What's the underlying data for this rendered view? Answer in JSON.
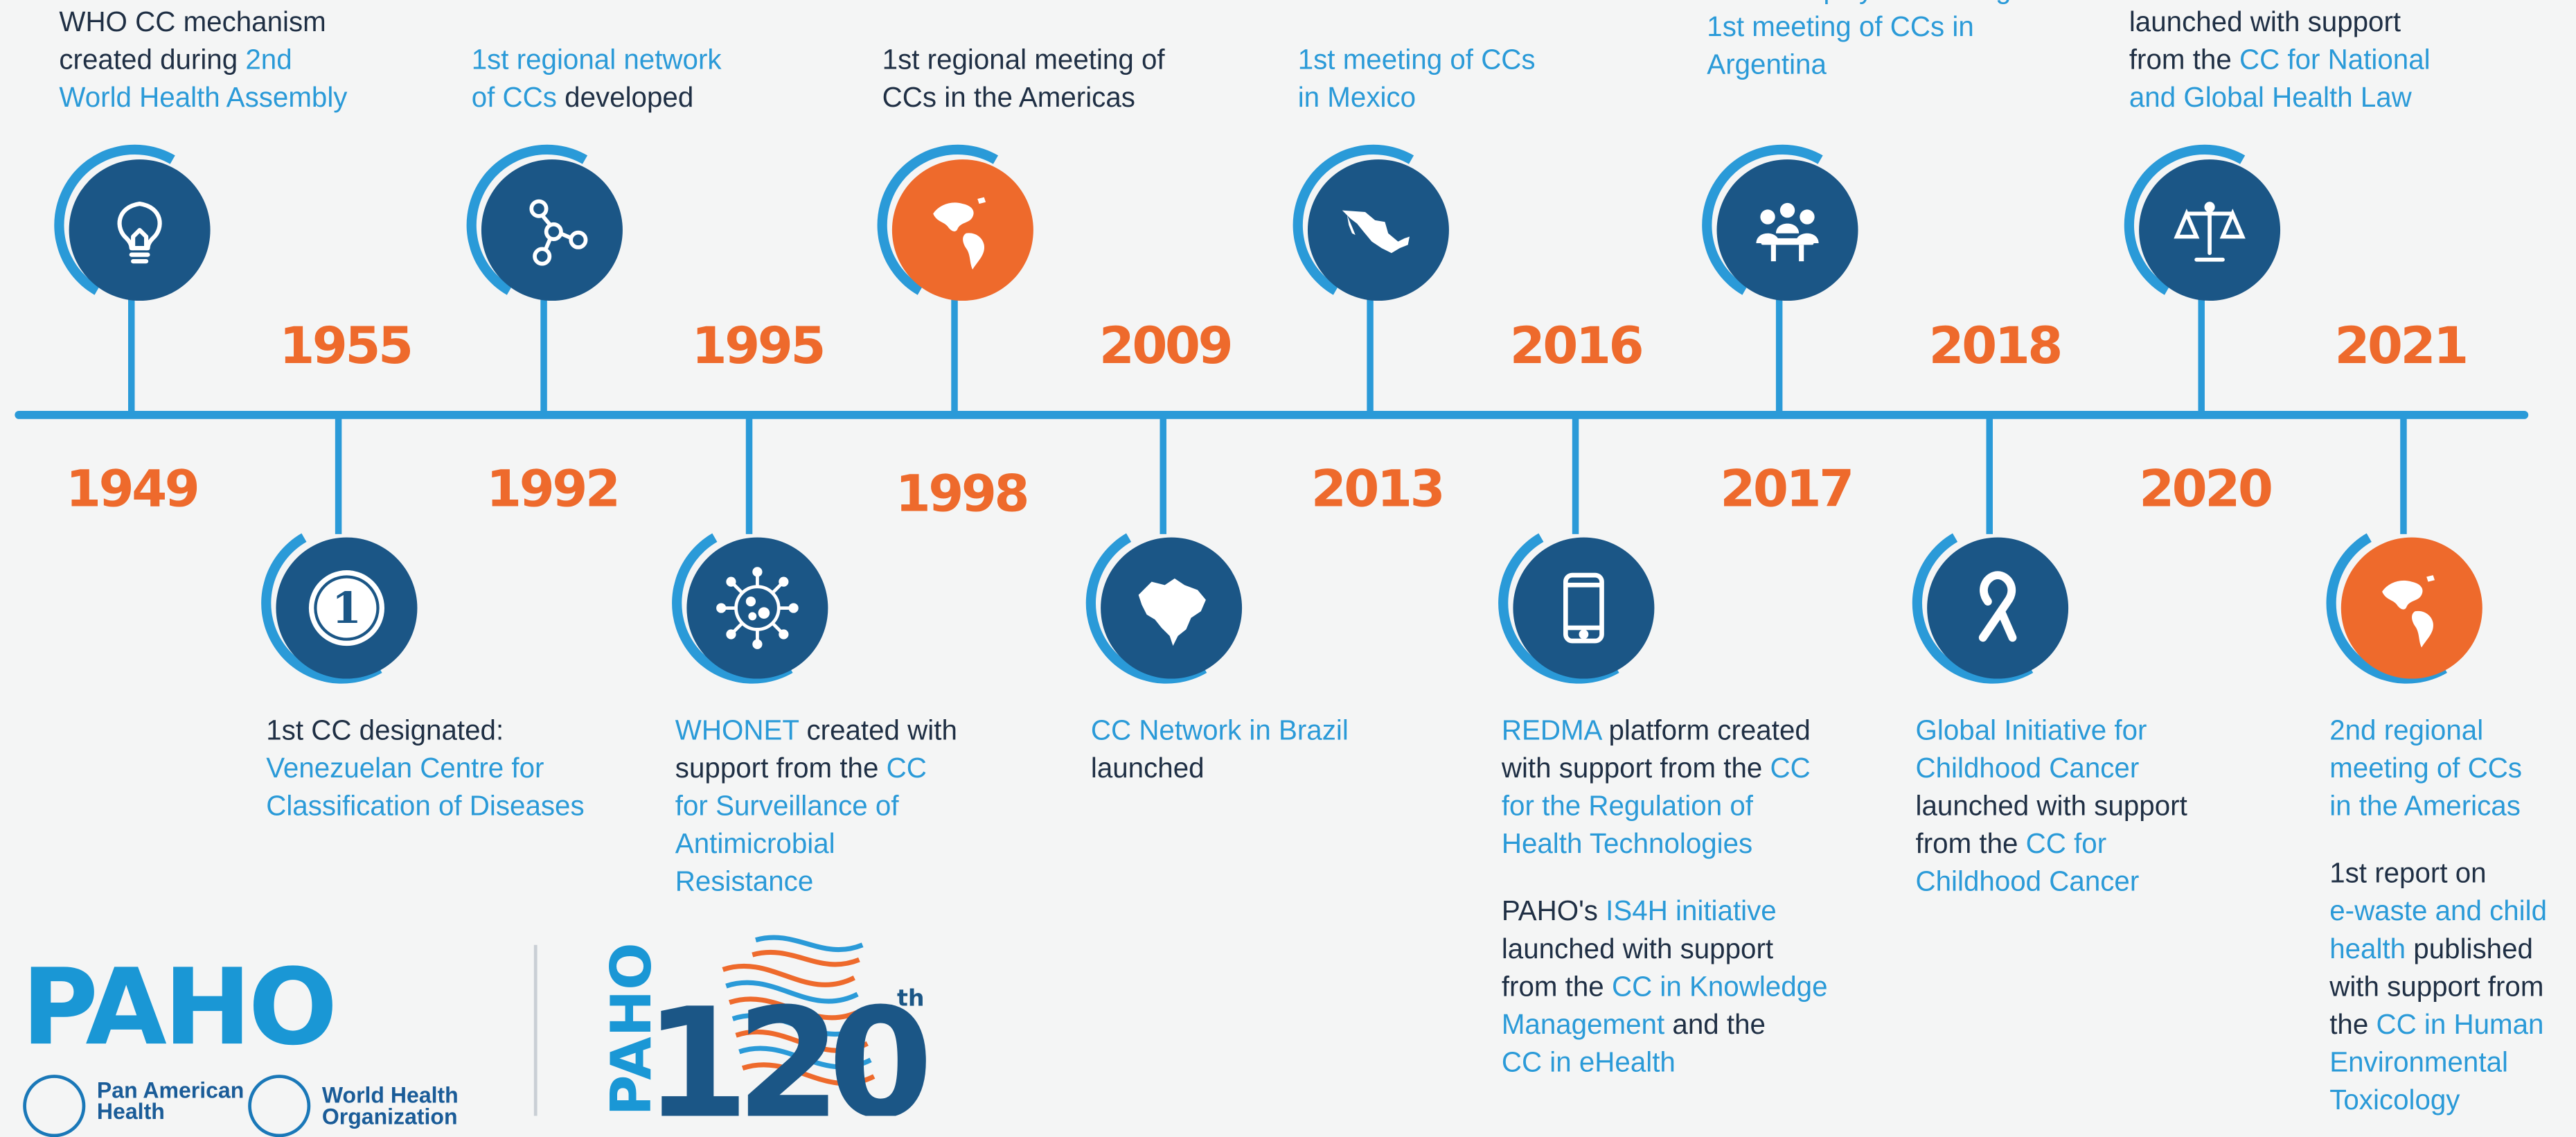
{
  "colors": {
    "accent_orange": "#ee6a2c",
    "accent_blue": "#2a9ad8",
    "navy": "#1b5686",
    "background": "#f4f5f5"
  },
  "years": [
    "1949",
    "1955",
    "1992",
    "1995",
    "1998",
    "2009",
    "2013",
    "2016",
    "2017",
    "2018",
    "2020",
    "2021"
  ],
  "events": {
    "e1949": {
      "icon": "lightbulb-icon",
      "l1": "WHO CC mechanism",
      "l2a": "created during ",
      "l2b": "2nd",
      "l3": "World Health Assembly"
    },
    "e1955": {
      "icon": "number-one-coin-icon",
      "l1": "1st CC designated:",
      "l2": "Venezuelan Centre for",
      "l3": "Classification of Diseases"
    },
    "e1992": {
      "icon": "network-icon",
      "l1": "1st regional network",
      "l2a": "of CCs",
      "l2b": " developed"
    },
    "e1995": {
      "icon": "virus-icon",
      "l1a": "WHONET",
      "l1b": " created with",
      "l2a": "support from the ",
      "l2b": "CC",
      "l3": "for Surveillance of",
      "l4": "Antimicrobial",
      "l5": "Resistance"
    },
    "e1998": {
      "icon": "globe-americas-icon",
      "l1": "1st regional meeting of",
      "l2": "CCs in the Americas"
    },
    "e2009": {
      "icon": "brazil-map-icon",
      "l1": "CC Network in Brazil",
      "l2": "launched"
    },
    "e2013": {
      "icon": "mexico-map-icon",
      "l1": "1st meeting of CCs",
      "l2": "in Mexico"
    },
    "e2016": {
      "icon": "smartphone-icon",
      "l1a": "REDMA",
      "l1b": " platform created",
      "l2a": "with support from the ",
      "l2b": "CC",
      "l3": "for the Regulation of",
      "l4": "Health Technologies",
      "m1a": "PAHO's ",
      "m1b": "IS4H initiative",
      "m2": "launched with support",
      "m3a": "from the ",
      "m3b": "CC in Knowledge",
      "m4a": "Management",
      "m4b": " and the",
      "m5": "CC in eHealth"
    },
    "e2017": {
      "icon": "meeting-people-icon",
      "l0": "Health Equity Monitoring",
      "l1": "1st meeting of CCs in",
      "l2": "Argentina"
    },
    "e2018": {
      "icon": "ribbon-icon",
      "l1": "Global Initiative for",
      "l2": "Childhood Cancer",
      "l3": "launched with support",
      "l4a": "from the ",
      "l4b": "CC for",
      "l5": "Childhood Cancer"
    },
    "e2020": {
      "icon": "scales-icon",
      "l1": "launched with support",
      "l2a": "from the ",
      "l2b": "CC for National",
      "l3": "and Global Health Law"
    },
    "e2021": {
      "icon": "globe-americas-icon",
      "l1": "2nd regional",
      "l2": "meeting of CCs",
      "l3": "in the Americas",
      "m1": "1st report on",
      "m2": "e-waste and child",
      "m3a": "health",
      "m3b": " published",
      "m4": "with support from",
      "m5a": "the ",
      "m5b": "CC in Human",
      "m6": "Environmental",
      "m7": "Toxicology"
    }
  },
  "branding": {
    "paho": "PAHO",
    "org1_l1": "Pan American",
    "org1_l2": "Health",
    "org2_l1": "World Health",
    "org2_l2": "Organization",
    "anniv_paho": "PAHO",
    "anniv_num": "120",
    "anniv_sup": "th"
  }
}
